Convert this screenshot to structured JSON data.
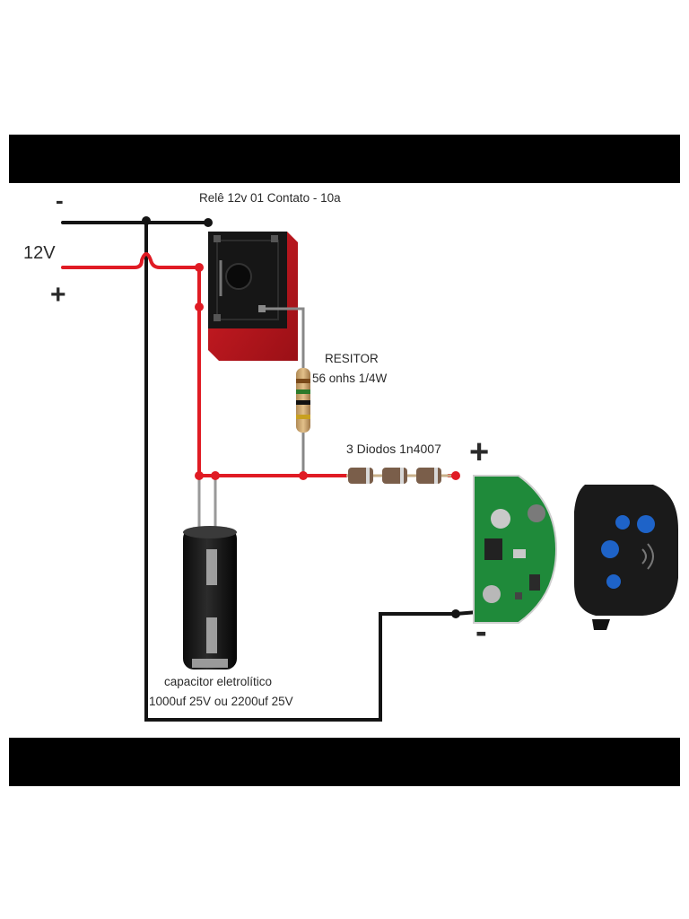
{
  "labels": {
    "relay": "Relê 12v 01 Contato - 10a",
    "voltage": "12V",
    "minus_top": "-",
    "plus_top": "+",
    "resistor_line1": "RESITOR",
    "resistor_line2": "56 onhs 1/4W",
    "diodes": "3 Diodos 1n4007",
    "board_plus": "+",
    "board_minus": "-",
    "capacitor_line1": "capacitor eletrolítico",
    "capacitor_line2": "1000uf 25V ou 2200uf 25V"
  },
  "colors": {
    "wire_negative": "#141414",
    "wire_positive": "#e01b24",
    "relay_body": "#c8161e",
    "pcb": "#1f8a3a",
    "remote": "#1a1a1a",
    "remote_button": "#1e63c8",
    "letterbox": "#000000"
  }
}
